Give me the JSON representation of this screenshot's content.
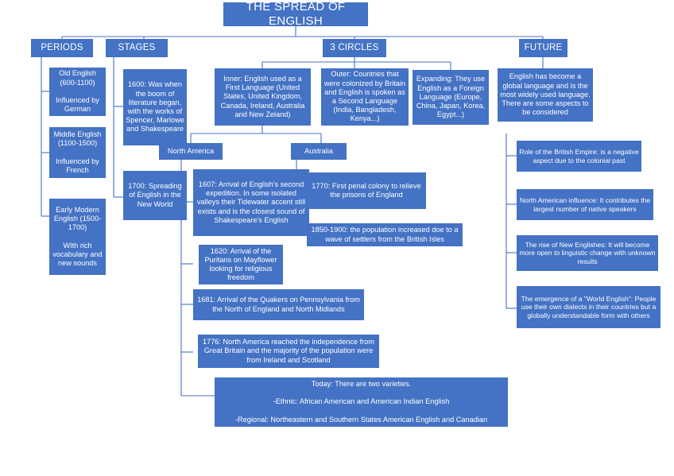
{
  "diagram": {
    "title": "THE SPREAD OF ENGLISH",
    "theme": {
      "box_fill": "#4472C4",
      "text_color": "#FFFFFF",
      "connector_color": "#4472C4",
      "background": "#FFFFFF"
    },
    "branches": {
      "periods": {
        "header": "PERIODS",
        "items": [
          "Old English (600-1100)\n\nInfluenced by German",
          "Middle English (1100-1500)\n\nInfluenced by French",
          "Early Modern English (1500-1700)\n\nWIth rich vocabulary and new sounds"
        ]
      },
      "stages": {
        "header": "STAGES",
        "items": [
          "1600: Was when the boom of literature began, with the works of Spencer, Marlowe and Shakespeare",
          "1700: Spreading of English in the New World"
        ]
      },
      "circles": {
        "header": "3 CIRCLES",
        "items": [
          "Inner: English used as a First Language (United States, United Kingdom, Canada, Ireland, Australia and New Zeland)",
          "Outer: Countries that were colonized by Britain and English is spoken as a Second Language (India, Bangladesh, Kenya...)",
          "Expanding: They use English as a Foreign Language (Europe, China, Japan, Korea, Egypt...)"
        ]
      },
      "future": {
        "header": "FUTURE",
        "summary": "English has become a global language and is the most widely used language. There are some aspects to be considered",
        "aspects": [
          "Role of the British Empire: is a negative aspect due to the colonial past",
          "North American influence: It contributes the largest number of native speakers",
          "The rise of New Englishes: It will become more open to linguistic change with unknown results",
          "The emergence of a \"World English\": People use their own dialects in their countries but a globally understandable form with others"
        ]
      },
      "north_america": {
        "header": "North America",
        "items": [
          "1607: Arrival of English's second expedition. In some isolated valleys their Tidewater accent still exists and is the closest sound of Shakespeare's English",
          "1620: Arrival of the Puritans on Mayflower looking for religious freedom",
          "1681: Arrival of the Quakers on Pennsylvania from the North of England and North Midlands",
          "1776: North America reached the independence from Great Britain and the majority of the population were from Ireland and Scotland"
        ]
      },
      "australia": {
        "header": "Australia",
        "items": [
          "1770: First penal colony to relieve the prisons of England",
          "1850-1900: the population increased doe to a wave of settlers from the British Isles"
        ]
      },
      "today": "Today: There are two varieties.\n\n-Ethnic: African American and American Indian English\n\n-Regional: Northeastern and Southern States American English and Canadian"
    }
  }
}
